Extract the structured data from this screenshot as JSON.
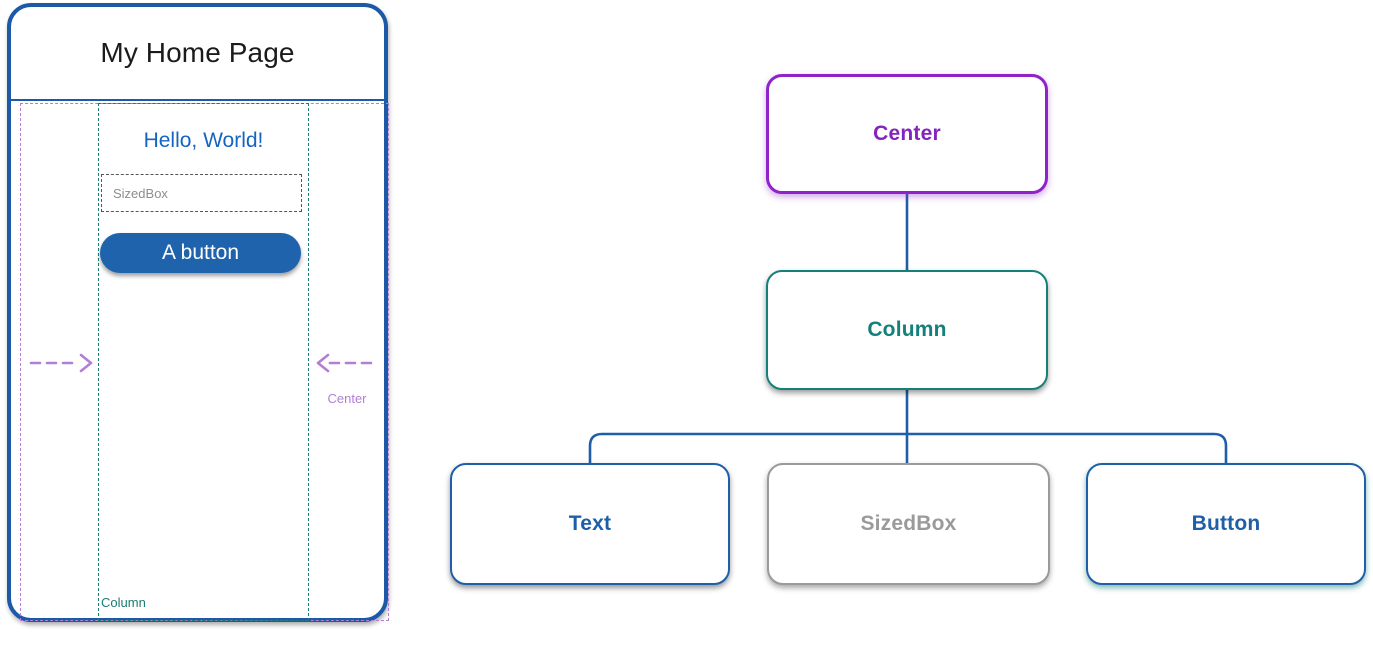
{
  "phone": {
    "appbar_title": "My Home Page",
    "hello_text": "Hello, World!",
    "sizedbox_label": "SizedBox",
    "button_label": "A button",
    "center_guide_label": "Center",
    "column_guide_label": "Column",
    "colors": {
      "frame": "#1c5aa8",
      "title": "#1b1b1b",
      "hello": "#1565c0",
      "button_fill": "#1f63ad",
      "button_text": "#ffffff",
      "center_guide": "#b27fd4",
      "column_guide": "#1c7c72",
      "sizedbox_guide": "#555555",
      "sizedbox_text": "#8d8d8d"
    }
  },
  "tree": {
    "nodes": [
      {
        "id": "center",
        "label": "Center",
        "color": "#8424be"
      },
      {
        "id": "column",
        "label": "Column",
        "color": "#14807a"
      },
      {
        "id": "text",
        "label": "Text",
        "color": "#1f5fa9"
      },
      {
        "id": "sizedbox",
        "label": "SizedBox",
        "color": "#9a9a9a"
      },
      {
        "id": "button",
        "label": "Button",
        "color": "#1f5fa9"
      }
    ],
    "edge_color": "#1f5fa9"
  }
}
